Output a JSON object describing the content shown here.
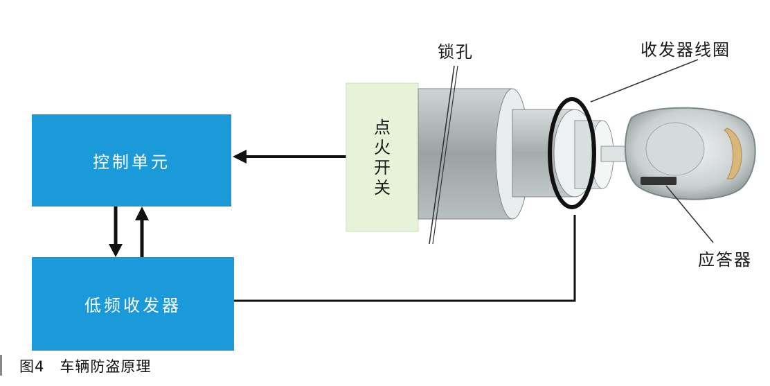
{
  "diagram": {
    "control_unit": "控制单元",
    "lf_transceiver": "低频收发器",
    "ignition_switch": "点火开关",
    "lock_hole": "锁孔",
    "transceiver_coil": "收发器线圈",
    "transponder": "应答器"
  },
  "caption": {
    "number": "图4",
    "title": "车辆防盗原理"
  },
  "colors": {
    "block_blue": "#1a9ad8",
    "switch_green": "#e6f3d8",
    "cylinder_gray": "#a9b1b1"
  }
}
